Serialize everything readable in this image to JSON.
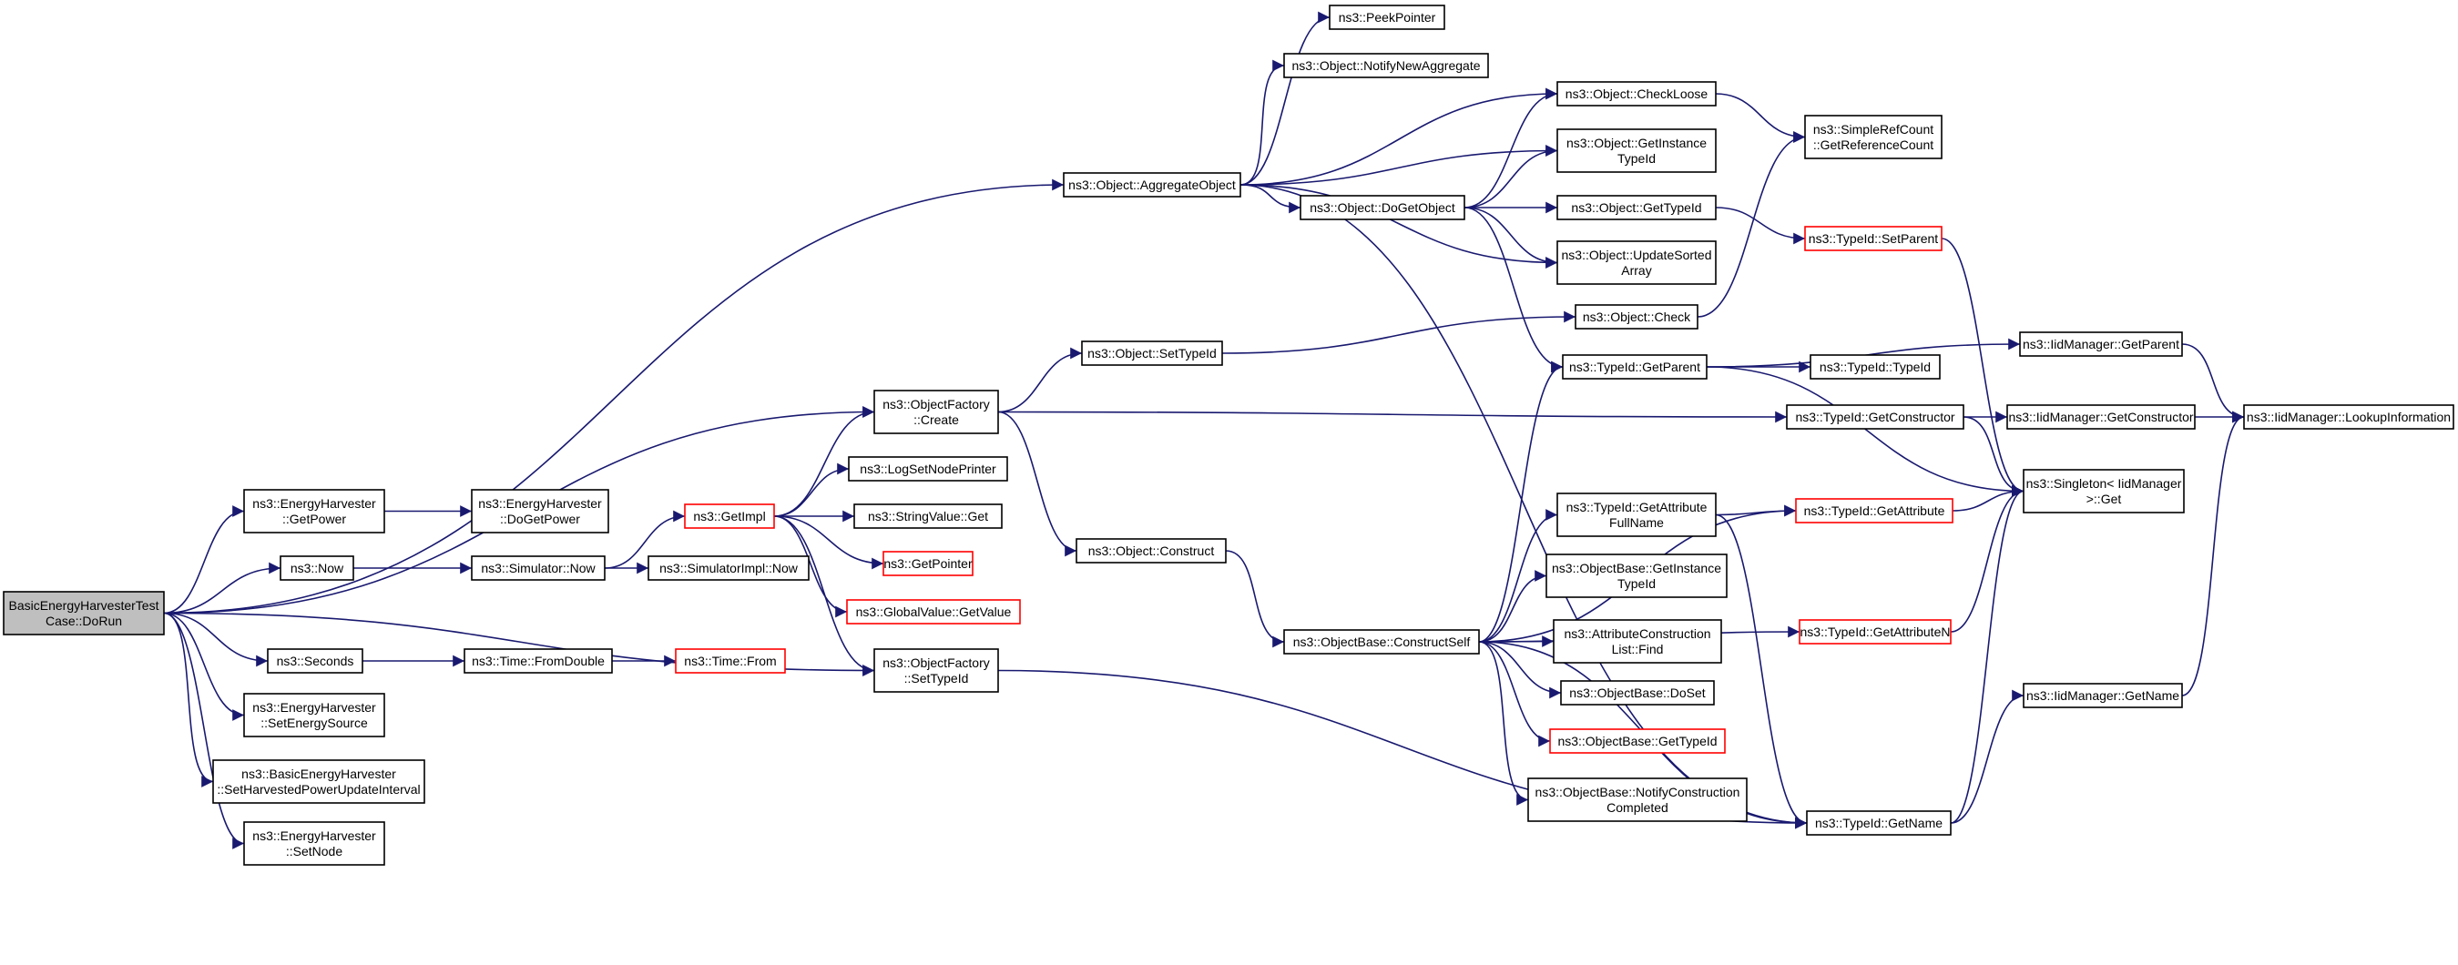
{
  "diagram": {
    "title": "",
    "colors": {
      "edge": "#191970",
      "node_border": "#000000",
      "truncated_border": "#ff0000",
      "root_fill": "#bfbfbf",
      "node_fill": "#ffffff"
    },
    "nodes": [
      {
        "id": "root",
        "lines": [
          "BasicEnergyHarvesterTest",
          "Case::DoRun"
        ],
        "style": "root"
      },
      {
        "id": "aggobj",
        "lines": [
          "ns3::Object::AggregateObject"
        ],
        "style": "normal"
      },
      {
        "id": "ofcreate",
        "lines": [
          "ns3::ObjectFactory",
          "::Create"
        ],
        "style": "normal"
      },
      {
        "id": "ehgetpower",
        "lines": [
          "ns3::EnergyHarvester",
          "::GetPower"
        ],
        "style": "normal"
      },
      {
        "id": "now",
        "lines": [
          "ns3::Now"
        ],
        "style": "normal"
      },
      {
        "id": "ofsettypeid",
        "lines": [
          "ns3::ObjectFactory",
          "::SetTypeId"
        ],
        "style": "normal"
      },
      {
        "id": "seconds",
        "lines": [
          "ns3::Seconds"
        ],
        "style": "normal"
      },
      {
        "id": "ehsetenergysource",
        "lines": [
          "ns3::EnergyHarvester",
          "::SetEnergySource"
        ],
        "style": "normal"
      },
      {
        "id": "behsetinterval",
        "lines": [
          "ns3::BasicEnergyHarvester",
          "::SetHarvestedPowerUpdateInterval"
        ],
        "style": "normal"
      },
      {
        "id": "ehsetnode",
        "lines": [
          "ns3::EnergyHarvester",
          "::SetNode"
        ],
        "style": "normal"
      },
      {
        "id": "peekpointer",
        "lines": [
          "ns3::PeekPointer"
        ],
        "style": "normal"
      },
      {
        "id": "notifynewagg",
        "lines": [
          "ns3::Object::NotifyNewAggregate"
        ],
        "style": "normal"
      },
      {
        "id": "checkloose",
        "lines": [
          "ns3::Object::CheckLoose"
        ],
        "style": "normal"
      },
      {
        "id": "getinstancetypeid",
        "lines": [
          "ns3::Object::GetInstance",
          "TypeId"
        ],
        "style": "normal"
      },
      {
        "id": "dogetobject",
        "lines": [
          "ns3::Object::DoGetObject"
        ],
        "style": "normal"
      },
      {
        "id": "objgettypeid",
        "lines": [
          "ns3::Object::GetTypeId"
        ],
        "style": "normal"
      },
      {
        "id": "updatesorted",
        "lines": [
          "ns3::Object::UpdateSorted",
          "Array"
        ],
        "style": "normal"
      },
      {
        "id": "getrefcount",
        "lines": [
          "ns3::SimpleRefCount",
          "::GetReferenceCount"
        ],
        "style": "normal"
      },
      {
        "id": "setparent",
        "lines": [
          "ns3::TypeId::SetParent"
        ],
        "style": "truncated"
      },
      {
        "id": "objcheck",
        "lines": [
          "ns3::Object::Check"
        ],
        "style": "normal"
      },
      {
        "id": "objsettypeid",
        "lines": [
          "ns3::Object::SetTypeId"
        ],
        "style": "normal"
      },
      {
        "id": "typeidgetparent",
        "lines": [
          "ns3::TypeId::GetParent"
        ],
        "style": "normal"
      },
      {
        "id": "iidgetparent",
        "lines": [
          "ns3::IidManager::GetParent"
        ],
        "style": "normal"
      },
      {
        "id": "typeidtypeid",
        "lines": [
          "ns3::TypeId::TypeId"
        ],
        "style": "normal"
      },
      {
        "id": "typeidgetconstructor",
        "lines": [
          "ns3::TypeId::GetConstructor"
        ],
        "style": "normal"
      },
      {
        "id": "iidgetconstructor",
        "lines": [
          "ns3::IidManager::GetConstructor"
        ],
        "style": "normal"
      },
      {
        "id": "lookupinfo",
        "lines": [
          "ns3::IidManager::LookupInformation"
        ],
        "style": "normal"
      },
      {
        "id": "singletonget",
        "lines": [
          "ns3::Singleton< IidManager",
          " >::Get"
        ],
        "style": "normal"
      },
      {
        "id": "ehdogetpower",
        "lines": [
          "ns3::EnergyHarvester",
          "::DoGetPower"
        ],
        "style": "normal"
      },
      {
        "id": "getimpl",
        "lines": [
          "ns3::GetImpl"
        ],
        "style": "truncated"
      },
      {
        "id": "lognodeprinter",
        "lines": [
          "ns3::LogSetNodePrinter"
        ],
        "style": "normal"
      },
      {
        "id": "stringvalueget",
        "lines": [
          "ns3::StringValue::Get"
        ],
        "style": "normal"
      },
      {
        "id": "getpointer",
        "lines": [
          "ns3::GetPointer"
        ],
        "style": "truncated"
      },
      {
        "id": "globalvalueget",
        "lines": [
          "ns3::GlobalValue::GetValue"
        ],
        "style": "truncated"
      },
      {
        "id": "simnow",
        "lines": [
          "ns3::Simulator::Now"
        ],
        "style": "normal"
      },
      {
        "id": "simimplnow",
        "lines": [
          "ns3::SimulatorImpl::Now"
        ],
        "style": "normal"
      },
      {
        "id": "timefromdouble",
        "lines": [
          "ns3::Time::FromDouble"
        ],
        "style": "normal"
      },
      {
        "id": "timefrom",
        "lines": [
          "ns3::Time::From"
        ],
        "style": "truncated"
      },
      {
        "id": "objconstruct",
        "lines": [
          "ns3::Object::Construct"
        ],
        "style": "normal"
      },
      {
        "id": "constructself",
        "lines": [
          "ns3::ObjectBase::ConstructSelf"
        ],
        "style": "normal"
      },
      {
        "id": "getattrfullname",
        "lines": [
          "ns3::TypeId::GetAttribute",
          "FullName"
        ],
        "style": "normal"
      },
      {
        "id": "getattribute",
        "lines": [
          "ns3::TypeId::GetAttribute"
        ],
        "style": "truncated"
      },
      {
        "id": "objbasegetinstance",
        "lines": [
          "ns3::ObjectBase::GetInstance",
          "TypeId"
        ],
        "style": "normal"
      },
      {
        "id": "attrconstructfind",
        "lines": [
          "ns3::AttributeConstruction",
          "List::Find"
        ],
        "style": "normal"
      },
      {
        "id": "getattributen",
        "lines": [
          "ns3::TypeId::GetAttributeN"
        ],
        "style": "truncated"
      },
      {
        "id": "doset",
        "lines": [
          "ns3::ObjectBase::DoSet"
        ],
        "style": "normal"
      },
      {
        "id": "iidgetname",
        "lines": [
          "ns3::IidManager::GetName"
        ],
        "style": "normal"
      },
      {
        "id": "objbasegettypeid",
        "lines": [
          "ns3::ObjectBase::GetTypeId"
        ],
        "style": "truncated"
      },
      {
        "id": "notifyconstruction",
        "lines": [
          "ns3::ObjectBase::NotifyConstruction",
          "Completed"
        ],
        "style": "normal"
      },
      {
        "id": "typeidgetname",
        "lines": [
          "ns3::TypeId::GetName"
        ],
        "style": "normal"
      }
    ],
    "edges": [
      [
        "root",
        "aggobj"
      ],
      [
        "root",
        "ofcreate"
      ],
      [
        "root",
        "ehgetpower"
      ],
      [
        "root",
        "now"
      ],
      [
        "root",
        "ofsettypeid"
      ],
      [
        "root",
        "seconds"
      ],
      [
        "root",
        "ehsetenergysource"
      ],
      [
        "root",
        "behsetinterval"
      ],
      [
        "root",
        "ehsetnode"
      ],
      [
        "aggobj",
        "peekpointer"
      ],
      [
        "aggobj",
        "notifynewagg"
      ],
      [
        "aggobj",
        "checkloose"
      ],
      [
        "aggobj",
        "getinstancetypeid"
      ],
      [
        "aggobj",
        "dogetobject"
      ],
      [
        "aggobj",
        "updatesorted"
      ],
      [
        "aggobj",
        "typeidgetname"
      ],
      [
        "dogetobject",
        "checkloose"
      ],
      [
        "dogetobject",
        "getinstancetypeid"
      ],
      [
        "dogetobject",
        "objgettypeid"
      ],
      [
        "dogetobject",
        "updatesorted"
      ],
      [
        "dogetobject",
        "typeidgetparent"
      ],
      [
        "checkloose",
        "getrefcount"
      ],
      [
        "objcheck",
        "getrefcount"
      ],
      [
        "objgettypeid",
        "setparent"
      ],
      [
        "setparent",
        "singletonget"
      ],
      [
        "ofcreate",
        "objsettypeid"
      ],
      [
        "ofcreate",
        "typeidgetconstructor"
      ],
      [
        "ofcreate",
        "objconstruct"
      ],
      [
        "objsettypeid",
        "objcheck"
      ],
      [
        "typeidgetparent",
        "iidgetparent"
      ],
      [
        "typeidgetparent",
        "typeidtypeid"
      ],
      [
        "typeidgetparent",
        "singletonget"
      ],
      [
        "iidgetparent",
        "lookupinfo"
      ],
      [
        "typeidgetconstructor",
        "iidgetconstructor"
      ],
      [
        "typeidgetconstructor",
        "singletonget"
      ],
      [
        "iidgetconstructor",
        "lookupinfo"
      ],
      [
        "ehgetpower",
        "ehdogetpower"
      ],
      [
        "now",
        "simnow"
      ],
      [
        "simnow",
        "getimpl"
      ],
      [
        "simnow",
        "simimplnow"
      ],
      [
        "getimpl",
        "ofcreate"
      ],
      [
        "getimpl",
        "lognodeprinter"
      ],
      [
        "getimpl",
        "stringvalueget"
      ],
      [
        "getimpl",
        "getpointer"
      ],
      [
        "getimpl",
        "globalvalueget"
      ],
      [
        "getimpl",
        "ofsettypeid"
      ],
      [
        "seconds",
        "timefromdouble"
      ],
      [
        "timefromdouble",
        "timefrom"
      ],
      [
        "ofsettypeid",
        "typeidgetname"
      ],
      [
        "objconstruct",
        "constructself"
      ],
      [
        "constructself",
        "typeidgetparent"
      ],
      [
        "constructself",
        "getattribute"
      ],
      [
        "constructself",
        "getattrfullname"
      ],
      [
        "constructself",
        "objbasegetinstance"
      ],
      [
        "constructself",
        "attrconstructfind"
      ],
      [
        "constructself",
        "doset"
      ],
      [
        "constructself",
        "objbasegettypeid"
      ],
      [
        "constructself",
        "notifyconstruction"
      ],
      [
        "constructself",
        "getattributen"
      ],
      [
        "constructself",
        "typeidgetname"
      ],
      [
        "getattrfullname",
        "getattribute"
      ],
      [
        "getattrfullname",
        "typeidgetname"
      ],
      [
        "getattribute",
        "singletonget"
      ],
      [
        "getattributen",
        "singletonget"
      ],
      [
        "typeidgetname",
        "singletonget"
      ],
      [
        "typeidgetname",
        "iidgetname"
      ],
      [
        "iidgetname",
        "lookupinfo"
      ]
    ]
  }
}
